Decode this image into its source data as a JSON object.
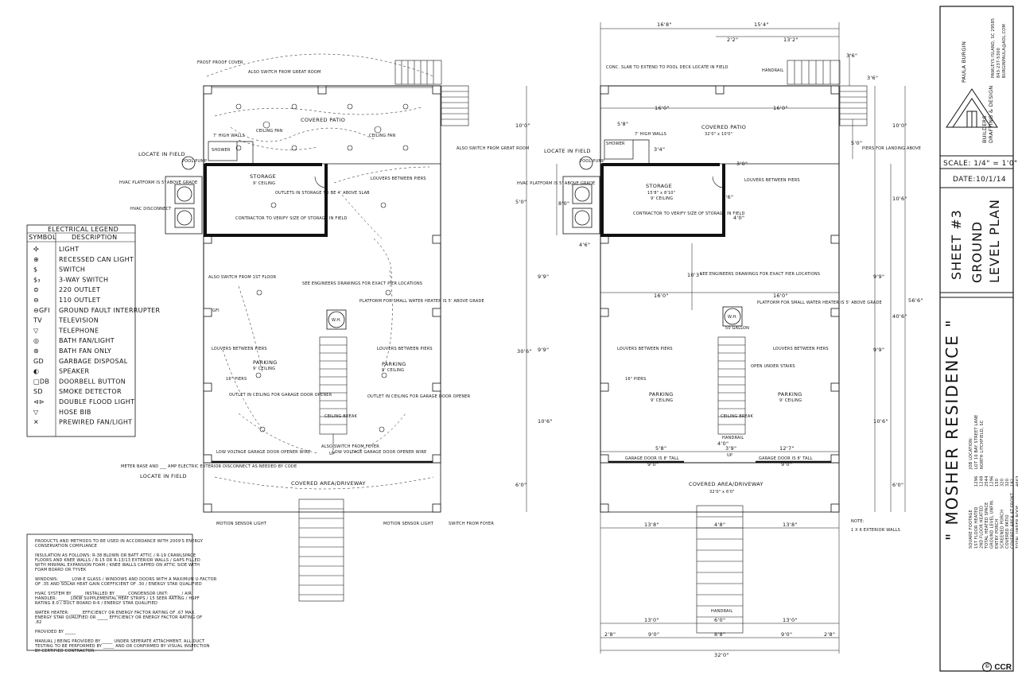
{
  "left_plan": {
    "labels": {
      "frost_proof_cover": "FROST PROOF COVER",
      "also_switch_great_room": "ALSO SWITCH FROM GREAT ROOM",
      "covered_patio": "COVERED PATIO",
      "ceiling_fan_1": "CEILING FAN",
      "ceiling_fan_2": "CEILING FAN",
      "high_walls": "7' HIGH WALLS",
      "shower": "SHOWER",
      "locate_in_field": "LOCATE IN FIELD",
      "pool_pump": "POOL PUMP",
      "also_switch_great_room_2": "ALSO SWITCH FROM GREAT ROOM",
      "storage": "STORAGE",
      "storage_ceiling": "9' CEILING",
      "outlets_in_storage": "OUTLETS IN STORAGE TO BE 4' ABOVE SLAB",
      "louvers_between_piers_1": "LOUVERS BETWEEN PIERS",
      "hvac_platform": "HVAC PLATFORM IS 5' ABOVE GRADE",
      "hvac_disconnect": "HVAC DISCONNECT",
      "contractor_verify": "CONTRACTOR TO VERIFY SIZE OF STORAGE IN FIELD",
      "also_switch_1st_floor": "ALSO SWITCH FROM 1ST FLOOR",
      "see_engineers": "SEE ENGINEERS DRAWINGS FOR EXACT PIER LOCATIONS",
      "platform_water_heater": "PLATFORM FOR SMALL WATER HEATER IS 5' ABOVE GRADE",
      "wh": "W.H.",
      "louvers_between_piers_2": "LOUVERS BETWEEN PIERS",
      "louvers_between_piers_3": "LOUVERS BETWEEN PIERS",
      "parking_1": "PARKING",
      "parking_1_ceiling": "9' CEILING",
      "parking_2": "PARKING",
      "parking_2_ceiling": "9' CEILING",
      "piers_16": "16\" PIERS",
      "outlet_garage_1": "OUTLET IN CEILING FOR GARAGE DOOR OPENER",
      "outlet_garage_2": "OUTLET IN CEILING FOR GARAGE DOOR OPENER",
      "ceiling_break": "CEILING BREAK",
      "up": "UP",
      "also_switch_foyer": "ALSO SWITCH FROM FOYER",
      "low_voltage_1": "LOW VOLTAGE GARAGE DOOR OPENER WIRE",
      "low_voltage_2": "LOW VOLTAGE GARAGE DOOR OPENER WIRE",
      "meter_base": "METER BASE AND ___ AMP ELECTRIC EXTERIOR DISCONNECT AS NEEDED BY CODE",
      "locate_in_field_2": "LOCATE IN FIELD",
      "covered_area": "COVERED AREA/DRIVEWAY",
      "motion_sensor_1": "MOTION SENSOR LIGHT",
      "motion_sensor_2": "MOTION SENSOR LIGHT",
      "switch_from_foyer": "SWITCH FROM FOYER",
      "gfi": "GFI"
    }
  },
  "legend": {
    "title": "ELECTRICAL LEGEND",
    "col_symbol": "SYMBOL",
    "col_description": "DESCRIPTION",
    "items": [
      {
        "symbol": "✣",
        "description": "LIGHT"
      },
      {
        "symbol": "⊕",
        "description": "RECESSED CAN LIGHT"
      },
      {
        "symbol": "$",
        "description": "SWITCH"
      },
      {
        "symbol": "$₃",
        "description": "3-WAY SWITCH"
      },
      {
        "symbol": "⊜",
        "description": "220 OUTLET"
      },
      {
        "symbol": "⊖",
        "description": "110 OUTLET"
      },
      {
        "symbol": "⊖GFI",
        "description": "GROUND FAULT INTERRUPTER"
      },
      {
        "symbol": "TV",
        "description": "TELEVISION"
      },
      {
        "symbol": "▽",
        "description": "TELEPHONE"
      },
      {
        "symbol": "◎",
        "description": "BATH FAN/LIGHT"
      },
      {
        "symbol": "⊛",
        "description": "BATH FAN ONLY"
      },
      {
        "symbol": "GD",
        "description": "GARBAGE DISPOSAL"
      },
      {
        "symbol": "◐",
        "description": "SPEAKER"
      },
      {
        "symbol": "□DB",
        "description": "DOORBELL BUTTON"
      },
      {
        "symbol": "SD",
        "description": "SMOKE DETECTOR"
      },
      {
        "symbol": "⊲⊳",
        "description": "DOUBLE FLOOD LIGHT"
      },
      {
        "symbol": "▽",
        "description": "HOSE BIB"
      },
      {
        "symbol": "✕",
        "description": "PREWIRED FAN/LIGHT"
      }
    ]
  },
  "notes": [
    "PRODUCTS AND METHODS TO BE USED IN ACCORDANCE WITH 2009'S ENERGY CONSERVATION COMPLIANCE",
    "INSULATION AS FOLLOWS: R-38 BLOWN OR BATT ATTIC / R-19 CRAWLSPACE FLOORS AND KNEE WALLS / R-15 OR R-13/13 EXTERIOR WALLS / GAPS FILLED WITH MINIMAL EXPANSION FOAM / KNEE WALLS CAPPED ON ATTIC SIDE WITH FOAM BOARD OR TYVEK",
    "WINDOWS: _____ LOW-E GLASS / WINDOWS AND DOORS WITH A MAXIMUM U-FACTOR OF .35 AND SOLAR HEAT GAIN COEFFICIENT OF .30 / ENERGY STAR QUALIFIED",
    "HVAC SYSTEM BY _____ INSTALLED BY _____ CONDENSOR UNIT: _____ / AIR HANDLER: _____ 10KW SUPPLEMENTAL HEAT STRIPS / 15 SEER RATING / HSPF RATING 8.0 / DUCT BOARD R-6 / ENERGY STAR QUALIFIED",
    "WATER HEATER: _____ EFFICIENCY OR ENERGY FACTOR RATING OF .67 MAX. ENERGY STAR QUALIFIED OR _____ EFFICIENCY OR ENERGY FACTOR RATING OF .82",
    "PROVIDED BY _____",
    "MANUAL J BEING PROVIDED BY _____ UNDER SEPERATE ATTACHMENT. ALL DUCT TESTING TO BE PERFORMED BY _____ AND OR CONFIRMED BY VISUAL INSPECTION BY CERTIFIED CONTRACTOR."
  ],
  "right_plan": {
    "dims": {
      "d_16_8": "16'8\"",
      "d_15_4": "15'4\"",
      "d_2_2": "2'2\"",
      "d_13_2": "13'2\"",
      "d_3_6": "3'6\"",
      "d_3_6b": "3'6\"",
      "d_16_0a": "16'0\"",
      "d_16_0b": "16'0\"",
      "d_5_8": "5'8\"",
      "d_10_0a": "10'0\"",
      "d_10_0b": "10'0\"",
      "d_3_4": "3'4\"",
      "d_5_0": "5'0\"",
      "d_3_0": "3'0\"",
      "d_10_6": "10'6\"",
      "d_8_0": "8'0\"",
      "d_5_0b": "5'0\"",
      "d_4_6": "4'6\"",
      "d_3_6c": "3'6\"",
      "d_4_0": "4'0\"",
      "d_10_3": "10'3\"",
      "d_16_0c": "16'0\"",
      "d_16_0d": "16'0\"",
      "d_9_9a": "9'9\"",
      "d_9_9b": "9'9\"",
      "d_30_6": "30'6\"",
      "d_40_6": "40'6\"",
      "d_56_6": "56'6\"",
      "d_9_9c": "9'9\"",
      "d_9_9d": "9'9\"",
      "d_10_6b": "10'6\"",
      "d_10_6c": "10'6\"",
      "d_5_8b": "5'8\"",
      "d_4_0b": "4'0\"",
      "d_3_9": "3'9\"",
      "d_12_7": "12'7\"",
      "d_9_0a": "9'0\"",
      "d_9_0b": "9'0\"",
      "d_6_0a": "6'0\"",
      "d_6_0b": "6'0\"",
      "d_13_8a": "13'8\"",
      "d_4_8": "4'8\"",
      "d_13_8b": "13'8\"",
      "d_13_0a": "13'0\"",
      "d_6_0c": "6'0\"",
      "d_13_0b": "13'0\"",
      "d_2_8a": "2'8\"",
      "d_9_0c": "9'0\"",
      "d_8_8": "8'8\"",
      "d_9_0d": "9'0\"",
      "d_2_8b": "2'8\"",
      "d_32_0": "32'0\""
    },
    "labels": {
      "conc_slab": "CONC. SLAB TO EXTEND TO POOL DECK LOCATE IN FIELD",
      "handrail_1": "HANDRAIL",
      "covered_patio": "COVERED PATIO",
      "covered_patio_size": "32'0\" x 10'0\"",
      "high_walls": "7' HIGH WALLS",
      "shower": "SHOWER",
      "locate_in_field": "LOCATE IN FIELD",
      "pool_pump": "POOL PUMP",
      "piers_landing": "PIERS FOR LANDING ABOVE",
      "storage": "STORAGE",
      "storage_size": "15'8\" x 8'10\"",
      "storage_ceiling": "9' CEILING",
      "louvers_1": "LOUVERS BETWEEN PIERS",
      "hvac_platform": "HVAC PLATFORM IS 5' ABOVE GRADE",
      "contractor_verify": "CONTRACTOR TO VERIFY SIZE OF STORAGE IN FIELD",
      "see_engineers": "SEE ENGINEERS DRAWINGS FOR EXACT PIER LOCATIONS",
      "platform_wh": "PLATFORM FOR SMALL WATER HEATER IS 5' ABOVE GRADE",
      "wh": "W.H.",
      "wh_size": "50 GALLON",
      "louvers_2": "LOUVERS BETWEEN PIERS",
      "louvers_3": "LOUVERS BETWEEN PIERS",
      "open_under_stairs": "OPEN UNDER STAIRS",
      "piers_16": "16\" PIERS",
      "parking_1": "PARKING",
      "parking_1_ceiling": "9' CEILING",
      "parking_2": "PARKING",
      "parking_2_ceiling": "9' CEILING",
      "ceiling_break": "CEILING BREAK",
      "handrail_2": "HANDRAIL",
      "up": "UP",
      "garage_door_1": "GARAGE DOOR IS 8' TALL",
      "garage_door_2": "GARAGE DOOR IS 8' TALL",
      "covered_area": "COVERED AREA/DRIVEWAY",
      "covered_area_size": "32'0\" x 6'0\"",
      "note_title": "NOTE:",
      "note_text": "1 X 6 EXTERIOR WALLS",
      "handrail_3": "HANDRAIL"
    }
  },
  "title_block": {
    "designer_name": "PAULA BURGIN",
    "builders_line1": "BUILDERS",
    "builders_line2": "DRAFTING & DESIGN",
    "address": "PAWLEYS ISLAND, SC 29585",
    "phone": "843-237-5300",
    "email": "BURGINPAULA@AOL.COM",
    "scale": "SCALE: 1/4\" = 1'0\"",
    "date": "DATE:10/1/14",
    "sheet": "SHEET #3",
    "sheet_title_1": "GROUND",
    "sheet_title_2": "LEVEL PLAN",
    "project_name": "\" MOSHER RESIDENCE \"",
    "job_location_title": "JOB LOCATION:",
    "job_location_1": "LOT 10 BAY STREET LANE",
    "job_location_2": "NORTH LITCHFIELD, SC",
    "square_footage_title": "SQUARE FOOTAGE",
    "sqft": [
      {
        "label": "1ST FLOOR HEATED",
        "value": "1296"
      },
      {
        "label": "2ND FLOOR HEATED",
        "value": "1248"
      },
      {
        "label": "TOTAL HEATED SPACE",
        "value": "2544"
      },
      {
        "label": "GROUND LEVEL UNFIN.",
        "value": "1296"
      },
      {
        "label": "ENTRY PORCH",
        "value": "150"
      },
      {
        "label": "SCREENED PORCH",
        "value": "320"
      },
      {
        "label": "COVERED PATIO",
        "value": "320"
      },
      {
        "label": "COVERED AREA AT FRONT",
        "value": "192"
      },
      {
        "label": "TOTAL UNDER ROOF",
        "value": "4663"
      }
    ]
  },
  "watermark": {
    "text": "CCR"
  }
}
